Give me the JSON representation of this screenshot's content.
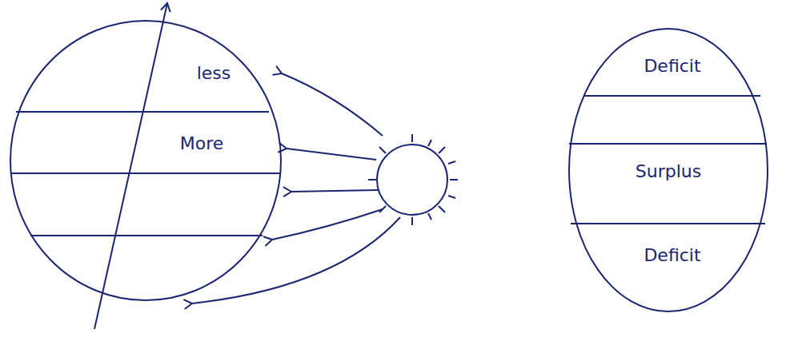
{
  "diagram": {
    "nodes": [
      {
        "text": [
          "less",
          "More"
        ]
      },
      {
        "text": [
          "Deficit",
          "Surplus",
          "Deficit"
        ]
      }
    ]
  }
}
